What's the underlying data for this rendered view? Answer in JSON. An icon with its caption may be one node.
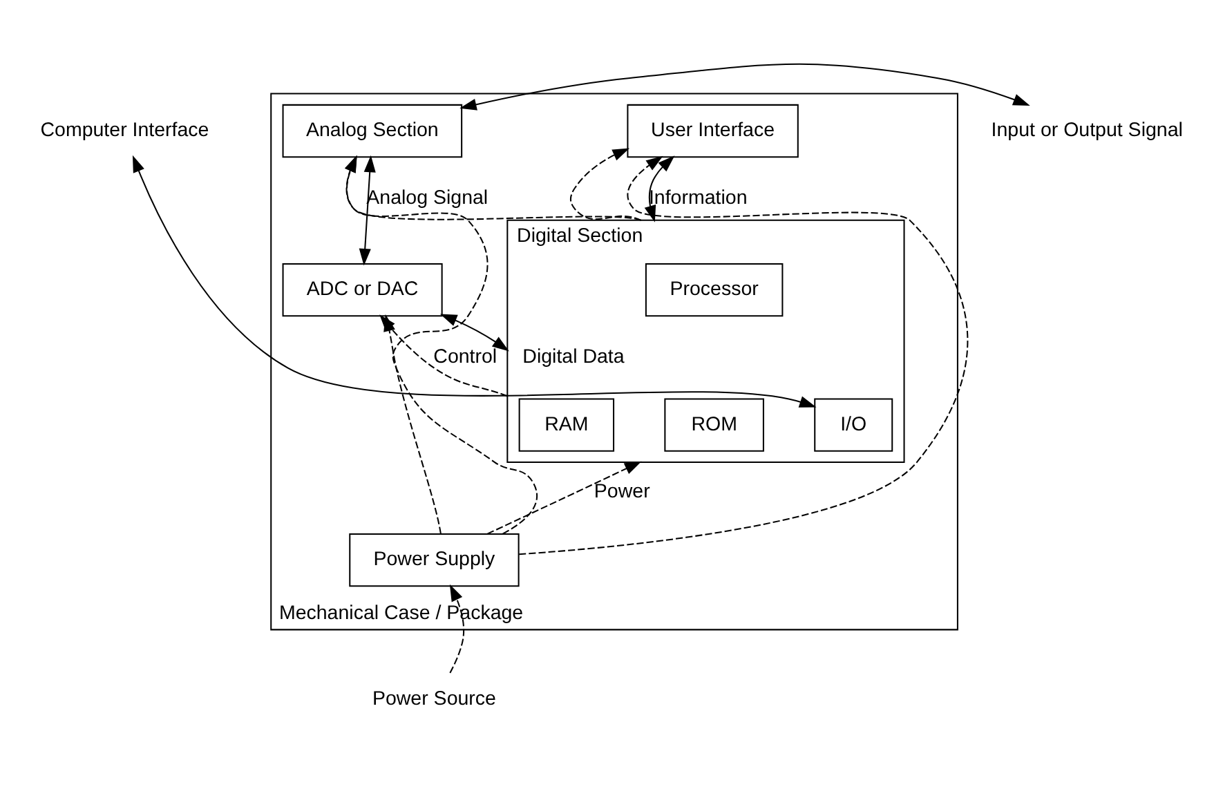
{
  "diagram": {
    "nodes": [
      {
        "text": [
          "Mechanical Case / Package"
        ]
      },
      {
        "text": [
          "Analog Section"
        ],
        "in": 0
      },
      {
        "text": [
          "User Interface"
        ],
        "in": 0
      },
      {
        "text": [
          "ADC or DAC"
        ],
        "in": 0
      },
      {
        "text": [
          "Digital Section"
        ],
        "in": 0
      },
      {
        "text": [
          "Processor"
        ],
        "in": 4
      },
      {
        "text": [
          "RAM"
        ],
        "in": 4
      },
      {
        "text": [
          "ROM"
        ],
        "in": 4
      },
      {
        "text": [
          "I/O"
        ],
        "in": 4
      },
      {
        "text": [
          "Power Supply"
        ],
        "in": 0
      },
      {
        "text": [
          "Input or Output Signal"
        ]
      },
      {
        "text": [
          "Computer Interface"
        ]
      },
      {
        "text": [
          "Power Source"
        ]
      }
    ],
    "edges": [
      {
        "from": 10,
        "to": 1,
        "arrow": "both"
      },
      {
        "from": 4,
        "to": 1,
        "arrow": "to",
        "style": "dashed"
      },
      {
        "from": 4,
        "to": 2,
        "arrow": "to",
        "style": "dashed"
      },
      {
        "from": 4,
        "to": 3,
        "arrow": "to",
        "style": "dashed",
        "label": "Control"
      },
      {
        "from": 1,
        "to": 3,
        "arrow": "both",
        "label": "Analog Signal"
      },
      {
        "from": 2,
        "to": 4,
        "arrow": "both",
        "label": "Information"
      },
      {
        "from": 3,
        "to": 4,
        "arrow": "both",
        "label": "Digital Data"
      },
      {
        "from": 8,
        "to": 11,
        "arrow": "both"
      },
      {
        "from": 9,
        "to": 1,
        "arrow": "to",
        "style": "dashed"
      },
      {
        "from": 9,
        "to": 3,
        "arrow": "to",
        "style": "dashed"
      },
      {
        "from": 9,
        "to": 4,
        "arrow": "to",
        "style": "dashed",
        "label": "Power"
      },
      {
        "from": 9,
        "to": 2,
        "arrow": "to",
        "style": "dashed"
      },
      {
        "from": 12,
        "to": 9,
        "arrow": "to",
        "style": "dashed"
      }
    ]
  }
}
